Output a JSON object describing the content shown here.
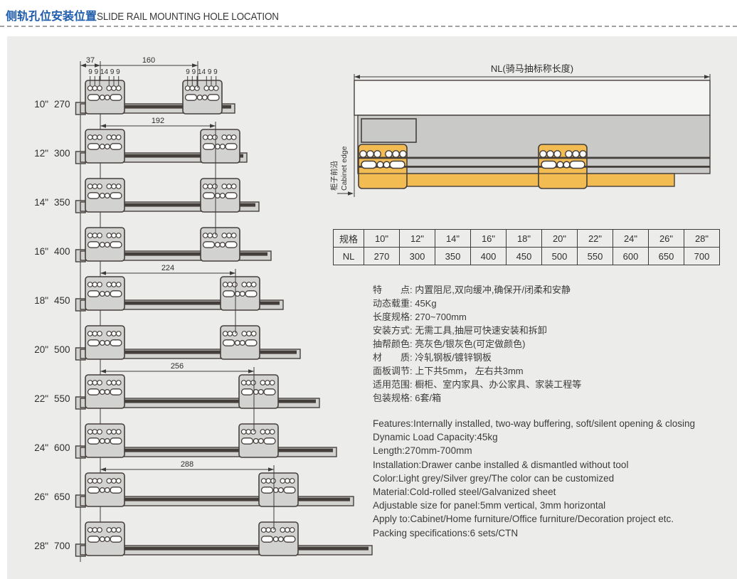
{
  "header": {
    "title_cn": "侧轨孔位安装位置",
    "title_en": "SLIDE RAIL MOUNTING HOLE LOCATION"
  },
  "colors": {
    "accent_blue": "#1e5cab",
    "panel_bg": "#ecedeb",
    "line_dark": "#453f3c",
    "dim_line": "#3b3b3b",
    "metal_fill": "#d2d3d0",
    "gray_panel": "#c9cac8",
    "outer_fill": "#f5f6f4",
    "orange": "#f2bc53",
    "hole_fill": "#ffffff"
  },
  "left_diagram": {
    "hole_spacing_label": "9 9 14 9 9",
    "first_dims": [
      "37",
      "160"
    ],
    "rows": [
      {
        "inch": "10\"",
        "mm": "270",
        "right_ref": 278,
        "rail_end": 330
      },
      {
        "inch": "12\"",
        "mm": "300",
        "right_ref": 303,
        "rail_end": 347,
        "dim": "192"
      },
      {
        "inch": "14\"",
        "mm": "350",
        "right_ref": 303,
        "rail_end": 364
      },
      {
        "inch": "16\"",
        "mm": "400",
        "right_ref": 303,
        "rail_end": 381
      },
      {
        "inch": "18\"",
        "mm": "450",
        "right_ref": 331,
        "rail_end": 398,
        "dim": "224"
      },
      {
        "inch": "20\"",
        "mm": "500",
        "right_ref": 331,
        "rail_end": 422
      },
      {
        "inch": "22\"",
        "mm": "550",
        "right_ref": 357,
        "rail_end": 449,
        "dim": "256"
      },
      {
        "inch": "24\"",
        "mm": "600",
        "right_ref": 357,
        "rail_end": 473
      },
      {
        "inch": "26\"",
        "mm": "650",
        "right_ref": 385,
        "rail_end": 497,
        "dim": "288"
      },
      {
        "inch": "28\"",
        "mm": "700",
        "right_ref": 385,
        "rail_end": 523
      }
    ]
  },
  "right_diagram": {
    "nl_label": "NL(骑马抽标称长度)",
    "cabinet_edge_cn": "柜子前沿",
    "cabinet_edge_en": "Cabinet edge"
  },
  "size_table": {
    "row1_header": "规格",
    "row2_header": "NL",
    "sizes": [
      "10\"",
      "12\"",
      "14\"",
      "16\"",
      "18\"",
      "20\"",
      "22\"",
      "24\"",
      "26\"",
      "28\""
    ],
    "lengths": [
      "270",
      "300",
      "350",
      "400",
      "450",
      "500",
      "550",
      "600",
      "650",
      "700"
    ]
  },
  "specs_cn": [
    "特　　点: 内置阻尼,双向缓冲,确保开/闭柔和安静",
    "动态载重: 45Kg",
    "长度规格: 270~700mm",
    "安装方式: 无需工具,抽屉可快速安装和拆卸",
    "抽帮颜色: 亮灰色/银灰色(可定做颜色)",
    "材　　质: 冷轧钢板/镀锌钢板",
    "面板调节: 上下共5mm， 左右共3mm",
    "适用范围: 橱柜、室内家具、办公家具、家装工程等",
    "包装规格: 6套/箱"
  ],
  "specs_en": [
    "Features:Internally installed, two-way buffering, soft/silent opening & closing",
    "Dynamic Load Capacity:45kg",
    "Length:270mm-700mm",
    "Installation:Drawer canbe installed & dismantled without tool",
    "Color:Light grey/Silver grey/The color can be customized",
    "Material:Cold-rolled steel/Galvanized sheet",
    "Adjustable size for panel:5mm vertical, 3mm horizontal",
    "Apply to:Cabinet/Home furniture/Office furniture/Decoration project etc.",
    "Packing specifications:6 sets/CTN"
  ]
}
